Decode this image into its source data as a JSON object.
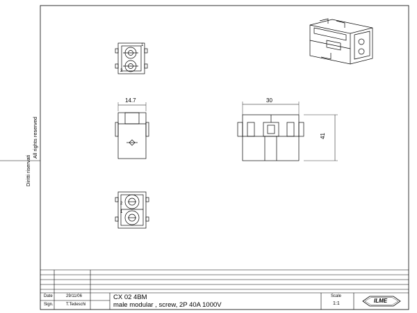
{
  "side_notes": {
    "rights": "All rights reserved",
    "reserved": "Diritti riservati"
  },
  "dimensions": {
    "width_side": "14.7",
    "width_front": "30",
    "height_front": "41"
  },
  "pins": {
    "top_1": "1",
    "top_2": "2",
    "bottom_2": "2",
    "bottom_1": "1"
  },
  "title_block": {
    "date_label": "Date",
    "date_value": "29/11/06",
    "sign_label": "Sign.",
    "sign_value": "T.Tedeschi",
    "code": "CX 02 4BM",
    "description": "male modular , screw, 2P 40A 1000V",
    "scale_label": "Scale",
    "scale_value": "1:1",
    "logo": "ILME"
  }
}
